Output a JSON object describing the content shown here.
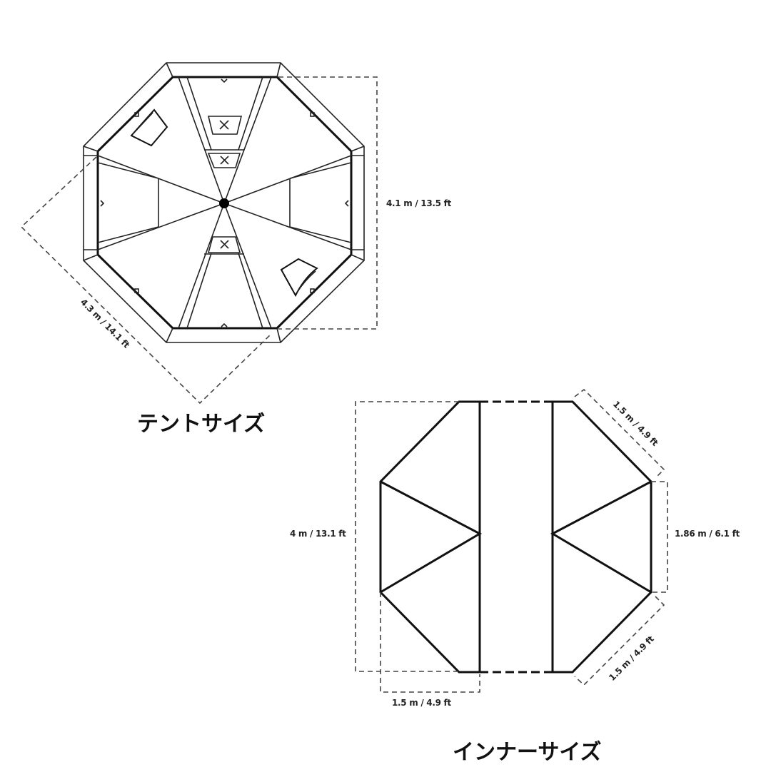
{
  "tent_size": {
    "title": "テントサイズ",
    "height_label": "4.1 m / 13.5 ft",
    "diagonal_label": "4.3 m / 14.1 ft"
  },
  "inner_size": {
    "title": "インナーサイズ",
    "height_label": "4 m / 13.1 ft",
    "side_height_label": "1.86 m / 6.1 ft",
    "top_diagonal_label": "1.5 m / 4.9 ft",
    "bottom_diagonal_label": "1.5 m / 4.9 ft",
    "bottom_width_label": "1.5 m / 4.9 ft"
  },
  "colors": {
    "line": "#111111",
    "background": "#ffffff"
  }
}
